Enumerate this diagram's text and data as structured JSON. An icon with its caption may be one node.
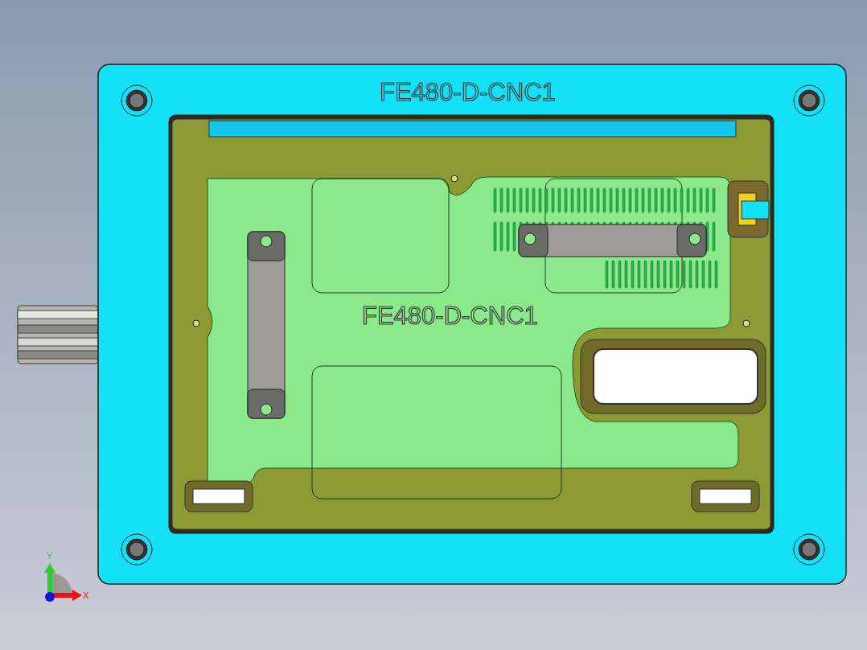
{
  "diagram": {
    "labels": [
      "FE480-D-CNC1",
      "FE480-D-CNC1",
      "Y",
      "X"
    ]
  }
}
